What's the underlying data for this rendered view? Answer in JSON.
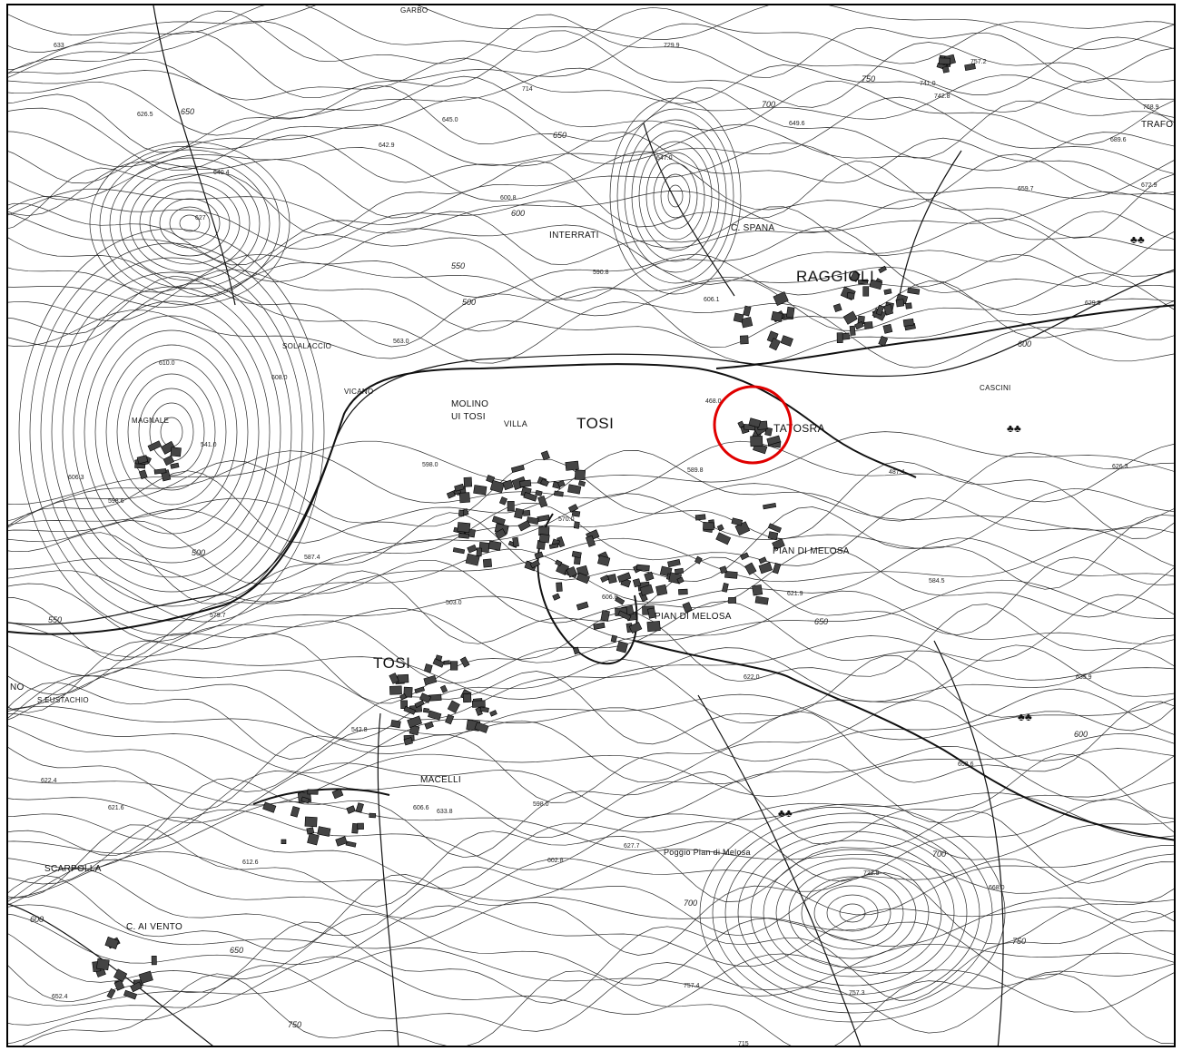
{
  "map": {
    "place_names": {
      "raggioli": "RAGGIOLI",
      "tosi_north": "TOSI",
      "tosi_south": "TOSI",
      "tatosra": "TATOSRA",
      "c_spana": "C. SPANA",
      "interrati": "INTERRATI",
      "cascini": "CASCINI",
      "solalaccio": "SOLALACCIO",
      "vicano": "VICANO",
      "molino": "MOLINO",
      "ui_tosi": "UI TOSI",
      "villa": "VILLA",
      "pian_di_melosa_1": "PIAN  DI MELOSA",
      "pian_di_melosa_2": "PIAN   DI   MELOSA",
      "macelli": "MACELLI",
      "poggio_pian_di_melosa": "Poggio   Pian   di   Melosa",
      "scarpolla": "SCARPOLLA",
      "c_ai_vento": "C. AI VENTO",
      "magnale": "MAGNALE",
      "garbo": "GARBO",
      "trafo": "TRAFO",
      "sant_eustachio": "S.EUSTACHIO",
      "no_edge": "NO"
    },
    "elevations": {
      "e1": "647.0",
      "e2": "714",
      "e3": "729.9",
      "e4": "741.0",
      "e5": "742.8",
      "e6": "757.2",
      "e7": "768.9",
      "e8": "649.6",
      "e9": "645.0",
      "e10": "642.9",
      "e11": "626.5",
      "e12": "633",
      "e13": "627",
      "e14": "640.4",
      "e15": "689.6",
      "e16": "672.9",
      "e17": "600.8",
      "e18": "608.0",
      "e19": "606.1",
      "e20": "590.8",
      "e21": "563.0",
      "e22": "541.0",
      "e23": "610.0",
      "e24": "629.5",
      "e25": "626.3",
      "e26": "589.8",
      "e27": "598.0",
      "e28": "587.4",
      "e29": "584.5",
      "e30": "621.9",
      "e31": "622.0",
      "e32": "635.9",
      "e33": "653.6",
      "e34": "668.0",
      "e35": "722.9",
      "e36": "757.4",
      "e37": "757.3",
      "e38": "715",
      "e39": "633.8",
      "e40": "602.8",
      "e41": "598.0",
      "e42": "570.0",
      "e43": "487.4",
      "e44": "468.0",
      "e45": "503.0",
      "e46": "622.4",
      "e47": "621.6",
      "e48": "627.7",
      "e49": "606.6",
      "e50": "652.4",
      "e51": "542.8",
      "e52": "612.6",
      "e53": "579.7",
      "e54": "598.6",
      "e55": "606.3",
      "e56": "659.7",
      "e57": "606.8"
    },
    "contour_labels": {
      "c650": "650",
      "c700": "700",
      "c750": "750",
      "c600": "600",
      "c550": "550",
      "c500": "500",
      "c600b": "600",
      "c650b": "650",
      "c700b": "700",
      "c750b": "750",
      "c650c": "650",
      "c600c": "600",
      "c550b": "550",
      "c600d": "600",
      "c500b": "500",
      "c650d": "650",
      "c700c": "700",
      "c750c": "750"
    },
    "highlight": {
      "color": "#e00000",
      "target": "TATOSRA"
    },
    "line_color": "#1a1a1a"
  }
}
